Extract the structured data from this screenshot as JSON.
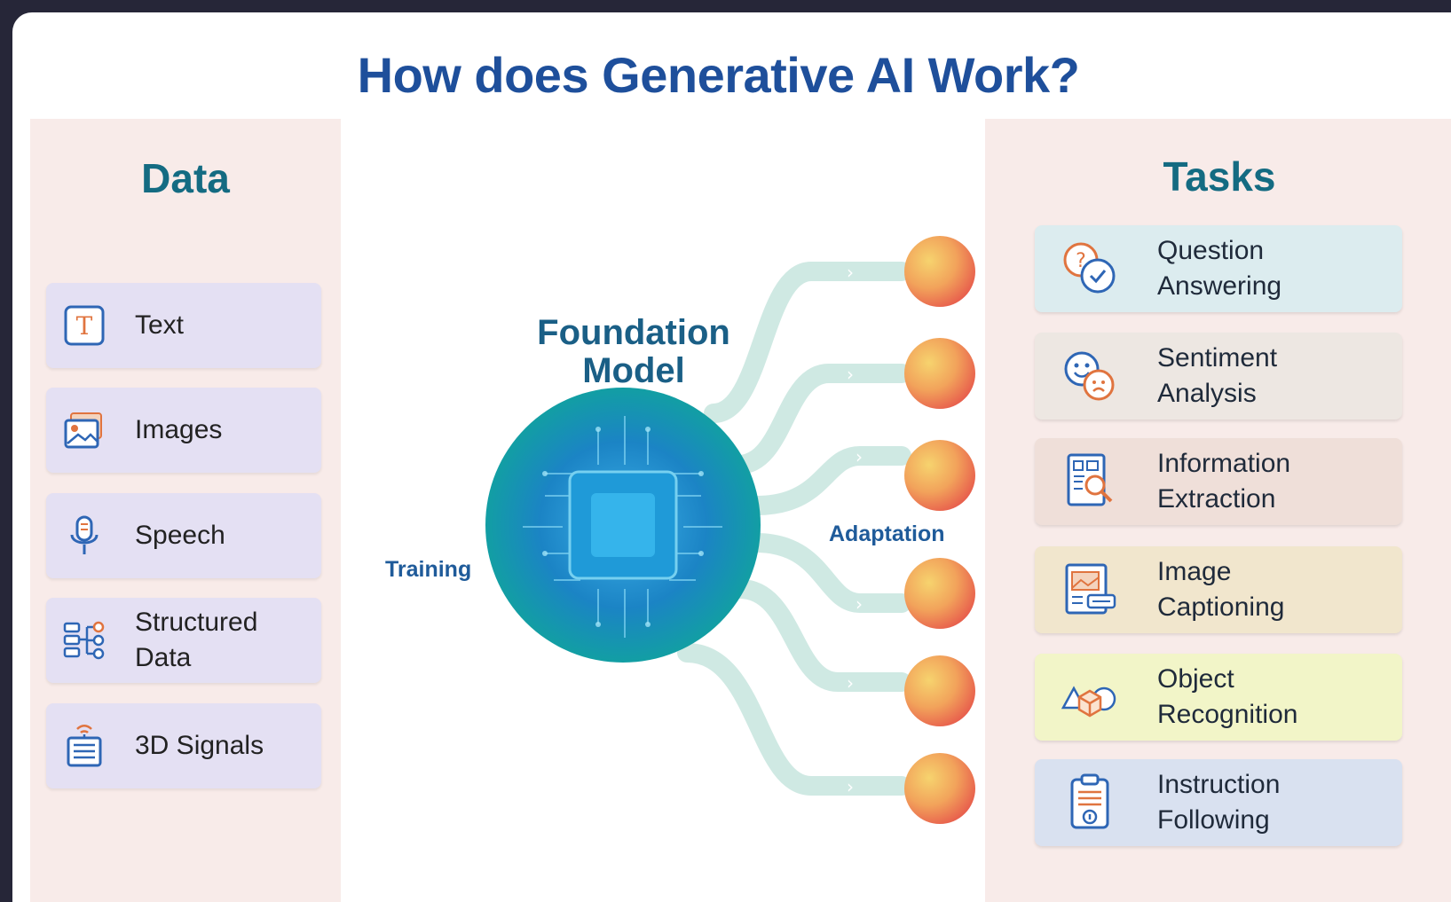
{
  "title": "How does Generative AI Work?",
  "data": {
    "heading": "Data",
    "items": [
      {
        "label": "Text",
        "icon": "text-icon"
      },
      {
        "label": "Images",
        "icon": "image-icon"
      },
      {
        "label": "Speech",
        "icon": "microphone-icon"
      },
      {
        "label": "Structured\nData",
        "icon": "structured-data-icon"
      },
      {
        "label": "3D Signals",
        "icon": "signals-icon"
      }
    ]
  },
  "model": {
    "title": "Foundation\nModel",
    "training_label": "Training",
    "adaptation_label": "Adaptation"
  },
  "tasks": {
    "heading": "Tasks",
    "items": [
      {
        "label": "Question\nAnswering",
        "icon": "question-answering-icon",
        "color": "#dcecef"
      },
      {
        "label": "Sentiment\nAnalysis",
        "icon": "sentiment-icon",
        "color": "#ede7e2"
      },
      {
        "label": "Information\nExtraction",
        "icon": "information-extraction-icon",
        "color": "#efdfd9"
      },
      {
        "label": "Image\nCaptioning",
        "icon": "image-captioning-icon",
        "color": "#f1e6cd"
      },
      {
        "label": "Object\nRecognition",
        "icon": "object-recognition-icon",
        "color": "#f2f5c8"
      },
      {
        "label": "Instruction\nFollowing",
        "icon": "instruction-following-icon",
        "color": "#d9e1f0"
      }
    ]
  },
  "colors": {
    "title": "#1e4f9b",
    "heading": "#146b82",
    "panel": "#f8ebe9",
    "card": "#e4e0f3",
    "stream": "#cfe9e3"
  }
}
